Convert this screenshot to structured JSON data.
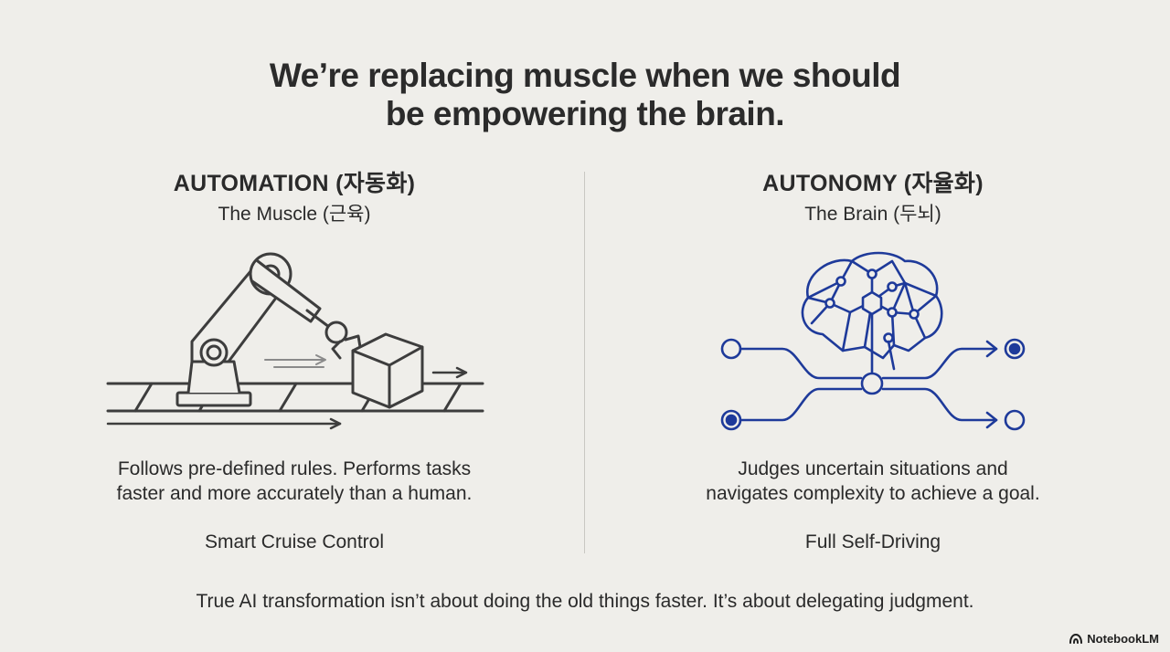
{
  "title": {
    "line1": "We’re replacing muscle when we should",
    "line2": "be empowering the brain."
  },
  "left": {
    "heading": "AUTOMATION (자동화)",
    "subheading": "The Muscle (근육)",
    "illustration_icon": "robot-arm-conveyor-icon",
    "description_line1": "Follows pre-defined rules. Performs tasks",
    "description_line2": "faster and more accurately than a human.",
    "example": "Smart Cruise Control"
  },
  "right": {
    "heading": "AUTONOMY (자율화)",
    "subheading": "The Brain (두뇌)",
    "illustration_icon": "neural-brain-network-icon",
    "description_line1": "Judges uncertain situations and",
    "description_line2": "navigates complexity to achieve a goal.",
    "example": "Full Self-Driving"
  },
  "footer": "True AI transformation isn’t about doing the old things faster. It’s about delegating judgment.",
  "brand": {
    "label": "NotebookLM",
    "icon": "notebooklm-logo-icon"
  },
  "colors": {
    "background": "#efeeea",
    "text": "#2a2a2a",
    "line_art": "#3d3d3d",
    "brain_accent": "#1e3a9a",
    "divider": "#c9c8c3"
  }
}
